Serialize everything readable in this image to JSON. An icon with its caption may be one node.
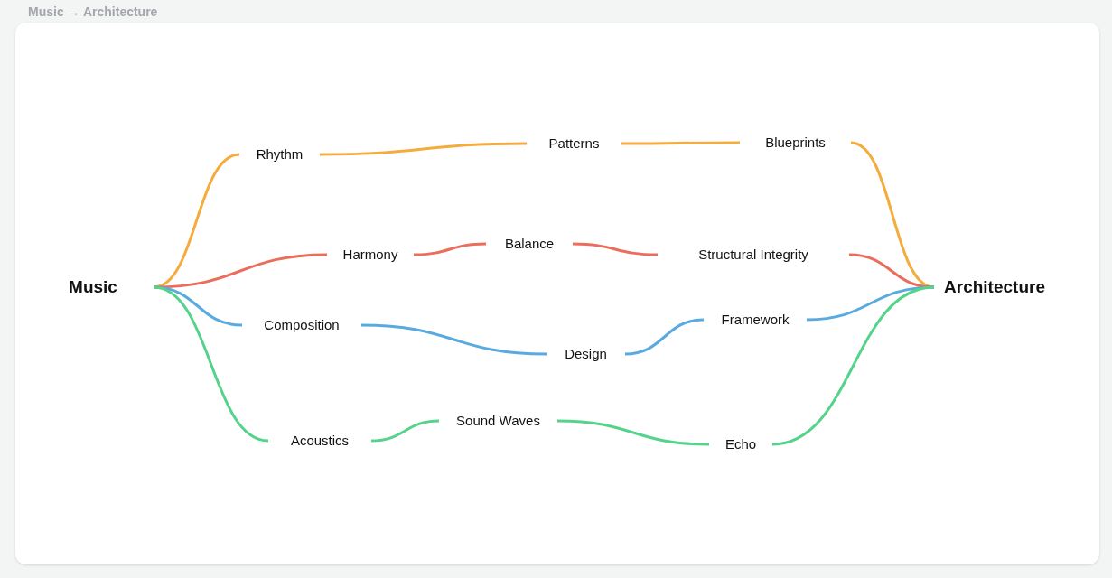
{
  "diagram": {
    "title": "Music → Architecture",
    "nodes": [
      {
        "text": [
          "Music"
        ]
      },
      {
        "text": [
          "Rhythm"
        ]
      },
      {
        "text": [
          "Harmony"
        ]
      },
      {
        "text": [
          "Composition"
        ]
      },
      {
        "text": [
          "Acoustics"
        ]
      },
      {
        "text": [
          "Patterns"
        ]
      },
      {
        "text": [
          "Balance"
        ]
      },
      {
        "text": [
          "Design"
        ]
      },
      {
        "text": [
          "Sound Waves"
        ]
      },
      {
        "text": [
          "Blueprints"
        ]
      },
      {
        "text": [
          "Structural Integrity"
        ]
      },
      {
        "text": [
          "Framework"
        ]
      },
      {
        "text": [
          "Echo"
        ]
      },
      {
        "text": [
          "Architecture"
        ]
      }
    ],
    "edges": [
      {
        "from": 0,
        "to": 1,
        "arrow": "none",
        "color": "#f5ac3e"
      },
      {
        "from": 1,
        "to": 5,
        "arrow": "none",
        "color": "#f5ac3e"
      },
      {
        "from": 5,
        "to": 9,
        "arrow": "none",
        "color": "#f5ac3e"
      },
      {
        "from": 9,
        "to": 13,
        "arrow": "none",
        "color": "#f5ac3e"
      },
      {
        "from": 0,
        "to": 2,
        "arrow": "none",
        "color": "#eb6e5d"
      },
      {
        "from": 2,
        "to": 6,
        "arrow": "none",
        "color": "#eb6e5d"
      },
      {
        "from": 6,
        "to": 10,
        "arrow": "none",
        "color": "#eb6e5d"
      },
      {
        "from": 10,
        "to": 13,
        "arrow": "none",
        "color": "#eb6e5d"
      },
      {
        "from": 0,
        "to": 3,
        "arrow": "none",
        "color": "#58aae0"
      },
      {
        "from": 3,
        "to": 7,
        "arrow": "none",
        "color": "#58aae0"
      },
      {
        "from": 7,
        "to": 11,
        "arrow": "none",
        "color": "#58aae0"
      },
      {
        "from": 11,
        "to": 13,
        "arrow": "none",
        "color": "#58aae0"
      },
      {
        "from": 0,
        "to": 4,
        "arrow": "none",
        "color": "#55d38a"
      },
      {
        "from": 4,
        "to": 8,
        "arrow": "none",
        "color": "#55d38a"
      },
      {
        "from": 8,
        "to": 12,
        "arrow": "none",
        "color": "#55d38a"
      },
      {
        "from": 12,
        "to": 13,
        "arrow": "none",
        "color": "#55d38a"
      }
    ]
  }
}
